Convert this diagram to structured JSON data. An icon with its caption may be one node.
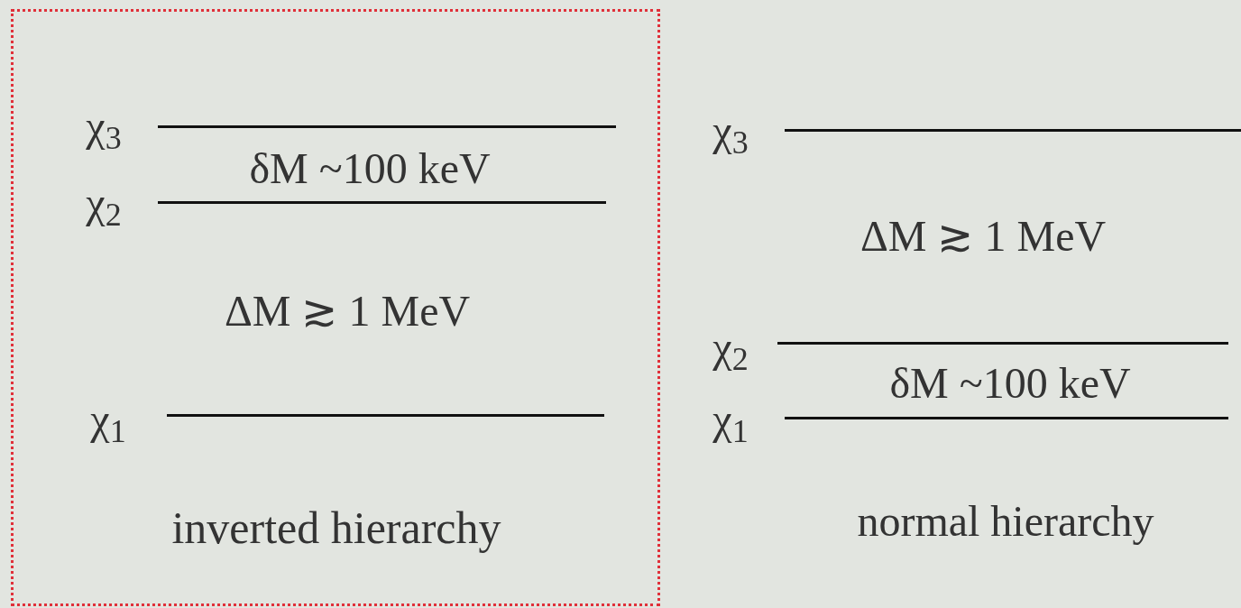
{
  "diagram": {
    "nodes": [
      {
        "text": [
          "inverted hierarchy"
        ]
      }
    ],
    "labels": [
      "χ$_{3}$",
      "δM ~100 keV",
      "χ$_{2}$",
      "ΔM ≳ 1 MeV",
      "χ$_{1}$",
      "χ$_{3}$",
      "ΔM ≳ 1 MeV",
      "χ$_{2}$",
      "δM ~100 keV",
      "χ$_{1}$",
      "normal hierarchy"
    ]
  }
}
